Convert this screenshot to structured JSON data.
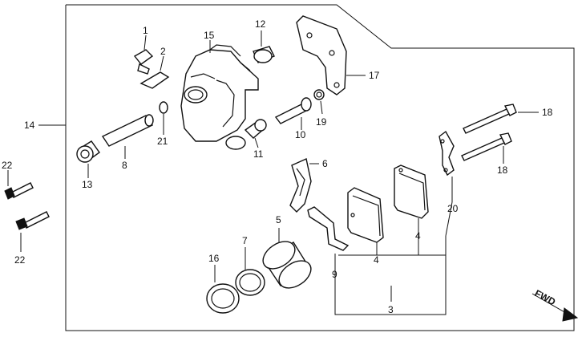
{
  "diagram": {
    "callouts": {
      "c1": "1",
      "c2": "2",
      "c3": "3",
      "c4a": "4",
      "c4b": "4",
      "c5": "5",
      "c6": "6",
      "c7": "7",
      "c8": "8",
      "c9": "9",
      "c10": "10",
      "c11": "11",
      "c12": "12",
      "c13": "13",
      "c14": "14",
      "c15": "15",
      "c16": "16",
      "c17": "17",
      "c18a": "18",
      "c18b": "18",
      "c19": "19",
      "c20": "20",
      "c21": "21",
      "c22a": "22",
      "c22b": "22"
    },
    "direction_label": "FWD"
  }
}
